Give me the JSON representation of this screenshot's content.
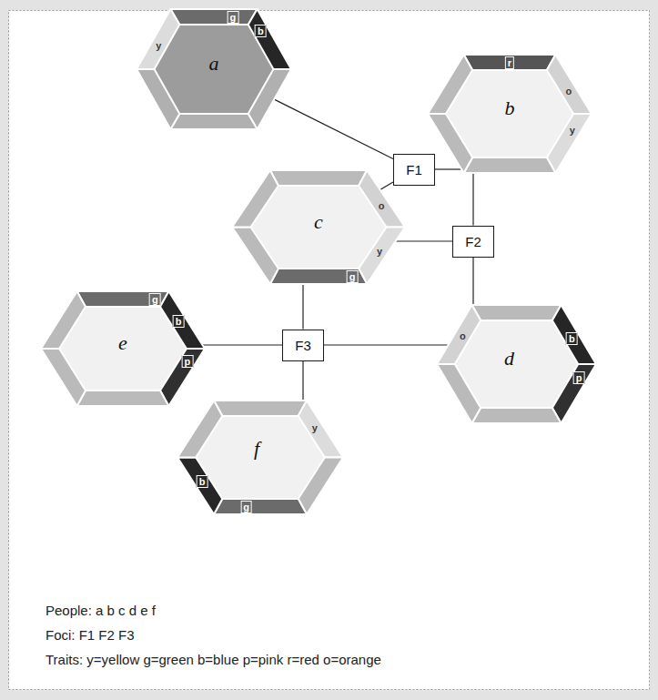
{
  "diagram": {
    "nodes": [
      {
        "text": [
          "a",
          "y",
          "g",
          "b"
        ]
      },
      {
        "text": [
          "F1"
        ]
      },
      {
        "text": [
          "b",
          "r",
          "o",
          "y"
        ]
      },
      {
        "text": [
          "c",
          "o",
          "y",
          "g"
        ]
      },
      {
        "text": [
          "F2"
        ]
      },
      {
        "text": [
          "e",
          "g",
          "b",
          "p"
        ]
      },
      {
        "text": [
          "F3"
        ]
      },
      {
        "text": [
          "d",
          "o",
          "b",
          "p"
        ]
      },
      {
        "text": [
          "f",
          "y",
          "b",
          "g"
        ]
      }
    ],
    "edges": [
      {
        "from": 1,
        "to": 0,
        "arrow": "none"
      },
      {
        "from": 1,
        "to": 2,
        "arrow": "none"
      },
      {
        "from": 1,
        "to": 3,
        "arrow": "none"
      },
      {
        "from": 4,
        "to": 2,
        "arrow": "none"
      },
      {
        "from": 4,
        "to": 3,
        "arrow": "none"
      },
      {
        "from": 4,
        "to": 7,
        "arrow": "none"
      },
      {
        "from": 6,
        "to": 3,
        "arrow": "none"
      },
      {
        "from": 6,
        "to": 5,
        "arrow": "none"
      },
      {
        "from": 6,
        "to": 7,
        "arrow": "none"
      },
      {
        "from": 6,
        "to": 8,
        "arrow": "none"
      }
    ],
    "labels": [
      "People: a b c d e f",
      "Foci: F1 F2 F3",
      "Traits: y=yellow g=green b=blue p=pink r=red o=orange"
    ]
  }
}
